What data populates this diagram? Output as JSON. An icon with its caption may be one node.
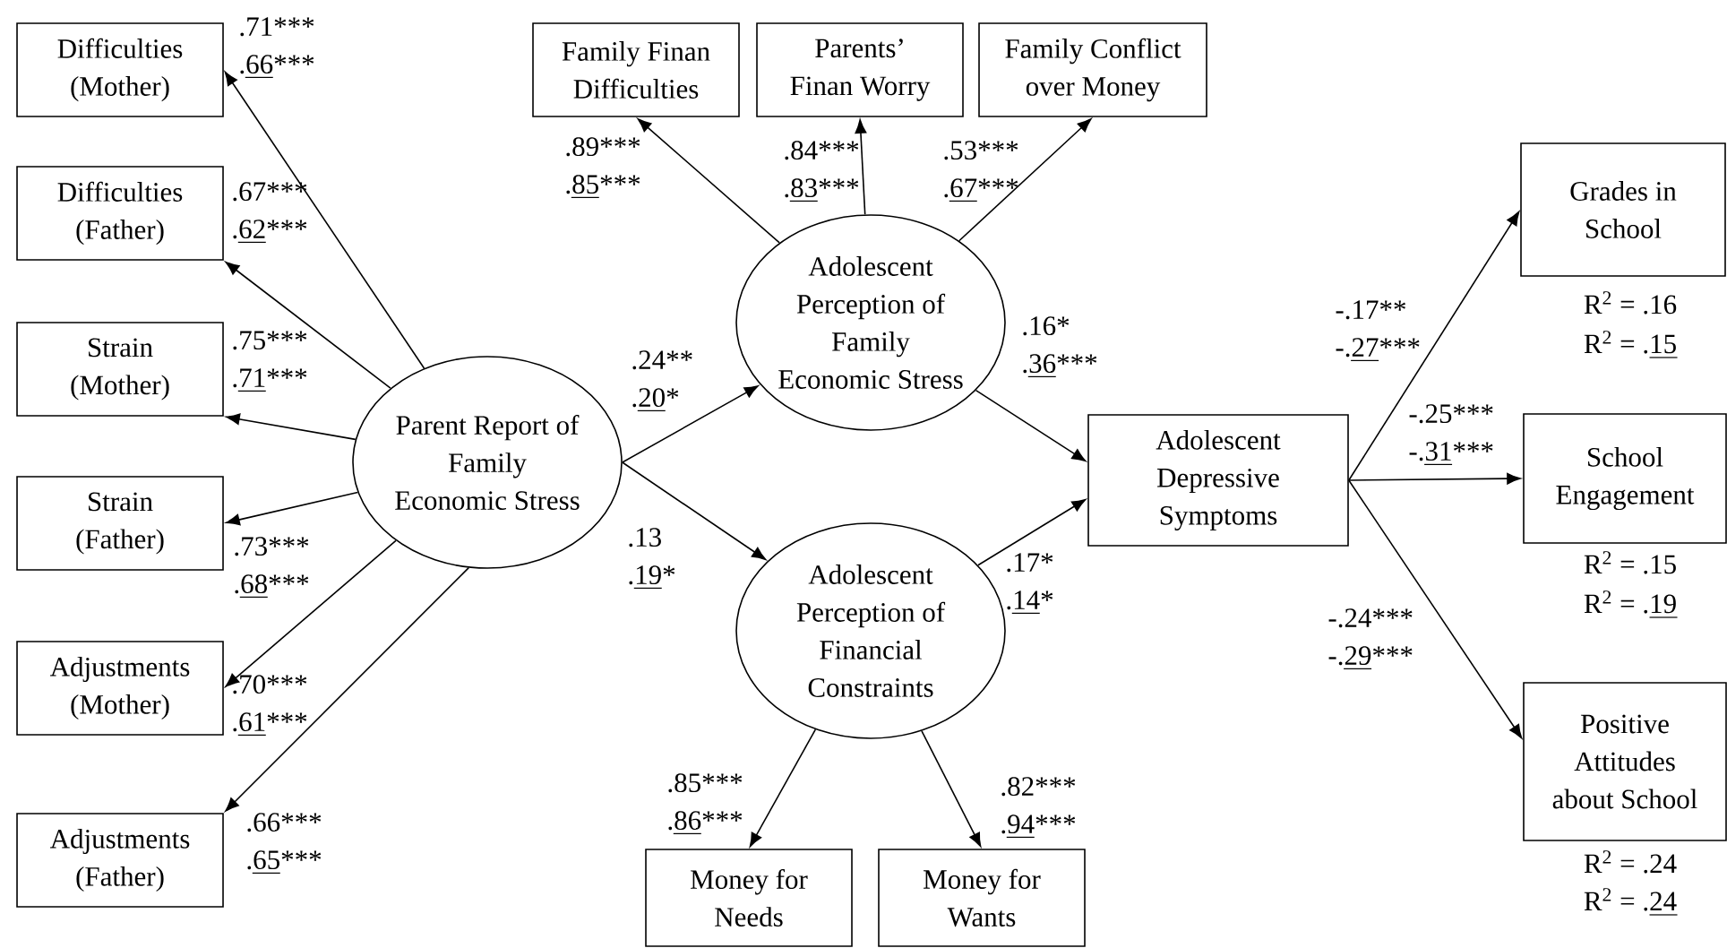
{
  "diagram": {
    "nodes": [
      {
        "text": [
          "Parent Report of Family Economic Stress"
        ]
      },
      {
        "text": [
          "Difficulties (Mother)"
        ]
      },
      {
        "text": [
          "Difficulties (Father)"
        ]
      },
      {
        "text": [
          "Strain (Mother)"
        ]
      },
      {
        "text": [
          "Strain (Father)"
        ]
      },
      {
        "text": [
          "Adjustments (Mother)"
        ]
      },
      {
        "text": [
          "Adjustments (Father)"
        ]
      },
      {
        "text": [
          "Family Finan Difficulties"
        ]
      },
      {
        "text": [
          "Parents’ Finan Worry"
        ]
      },
      {
        "text": [
          "Family Conflict over Money"
        ]
      },
      {
        "text": [
          "Adolescent Perception of Family Economic Stress"
        ]
      },
      {
        "text": [
          "Adolescent Perception of Financial Constraints"
        ]
      },
      {
        "text": [
          "Money for Needs"
        ]
      },
      {
        "text": [
          "Money for Wants"
        ]
      },
      {
        "text": [
          "Adolescent Depressive Symptoms"
        ]
      },
      {
        "text": [
          "Grades in School"
        ],
        "beside": [
          "R$^{2}$ = .16",
          "R$^{2}$ = .15"
        ]
      },
      {
        "text": [
          "School Engagement"
        ],
        "beside": [
          "R$^{2}$ = .15",
          "R$^{2}$ = .19"
        ]
      },
      {
        "text": [
          "Positive Attitudes about School"
        ],
        "beside": [
          "R$^{2}$ = .24",
          "R$^{2}$ = .24"
        ]
      }
    ],
    "edges": [
      {
        "from": 0,
        "to": 1,
        "arrow": "to",
        "label": ".71*** .66***"
      },
      {
        "from": 0,
        "to": 2,
        "arrow": "to",
        "label": ".67*** .62***"
      },
      {
        "from": 0,
        "to": 3,
        "arrow": "to",
        "label": ".75*** .71***"
      },
      {
        "from": 0,
        "to": 4,
        "arrow": "to",
        "label": ".73*** .68***"
      },
      {
        "from": 0,
        "to": 5,
        "arrow": "to",
        "label": ".70*** .61***"
      },
      {
        "from": 0,
        "to": 6,
        "arrow": "to",
        "label": ".66*** .65***"
      },
      {
        "from": 10,
        "to": 7,
        "arrow": "to",
        "label": ".89*** .85***"
      },
      {
        "from": 10,
        "to": 8,
        "arrow": "to",
        "label": ".84*** .83***"
      },
      {
        "from": 10,
        "to": 9,
        "arrow": "to",
        "label": ".53*** .67***"
      },
      {
        "from": 0,
        "to": 10,
        "arrow": "to",
        "label": ".24** .20*"
      },
      {
        "from": 0,
        "to": 11,
        "arrow": "to",
        "label": ".13 .19*"
      },
      {
        "from": 10,
        "to": 14,
        "arrow": "to",
        "label": ".16* .36***"
      },
      {
        "from": 11,
        "to": 14,
        "arrow": "to",
        "label": ".17* .14*"
      },
      {
        "from": 11,
        "to": 12,
        "arrow": "to",
        "label": ".85*** .86***"
      },
      {
        "from": 11,
        "to": 13,
        "arrow": "to",
        "label": ".82*** .94***"
      },
      {
        "from": 14,
        "to": 15,
        "arrow": "to",
        "label": "-.17** -.27***"
      },
      {
        "from": 14,
        "to": 16,
        "arrow": "to",
        "label": "-.25*** -.31***"
      },
      {
        "from": 14,
        "to": 17,
        "arrow": "to",
        "label": "-.24*** -.29***"
      }
    ]
  }
}
